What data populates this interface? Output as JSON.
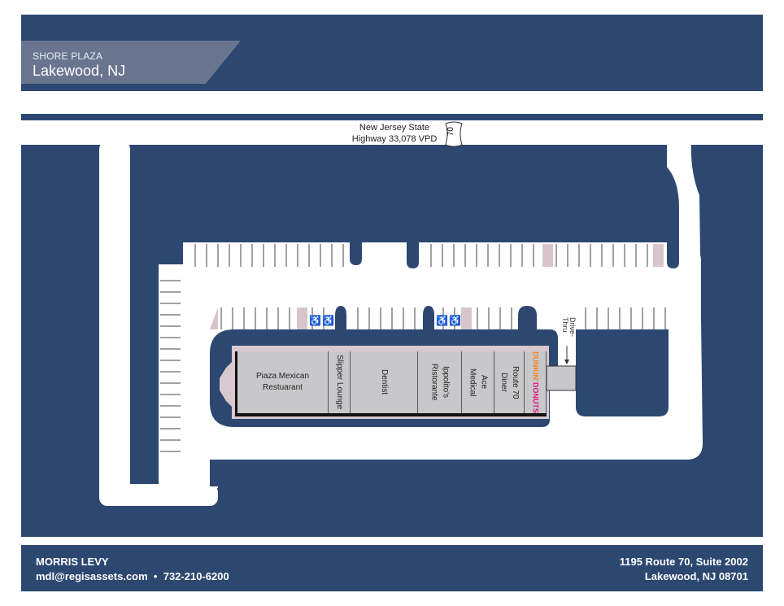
{
  "header": {
    "subtitle": "SHORE PLAZA",
    "location": "Lakewood, NJ"
  },
  "highway": {
    "line1": "New Jersey State",
    "line2": "Highway 33,078 VPD",
    "shield": "70"
  },
  "drive_thru": "Drive-Thru",
  "tenants": [
    {
      "name": "Piaza Mexican Restuarant"
    },
    {
      "name": "Slipper Lounge"
    },
    {
      "name": "Dentist"
    },
    {
      "name": "Ippolito's Ristorante"
    },
    {
      "name": "Ace Medical"
    },
    {
      "name": "Route 70 Diner"
    },
    {
      "name": "DUNKIN' DONUTS",
      "line1": "DUNKIN'",
      "line2": "DONUTS"
    }
  ],
  "footer": {
    "name": "MORRIS LEVY",
    "email": "mdl@regisassets.com",
    "separator": "•",
    "phone": "732-210-6200",
    "address1": "1195 Route 70, Suite 2002",
    "address2": "Lakewood, NJ 08701"
  },
  "colors": {
    "navy": "#2c4870",
    "tag": "#69758f",
    "stall_highlight": "#d8c5cc",
    "unit": "#c8c8ca",
    "dunkin_orange": "#f5821f",
    "dunkin_pink": "#e11383"
  }
}
